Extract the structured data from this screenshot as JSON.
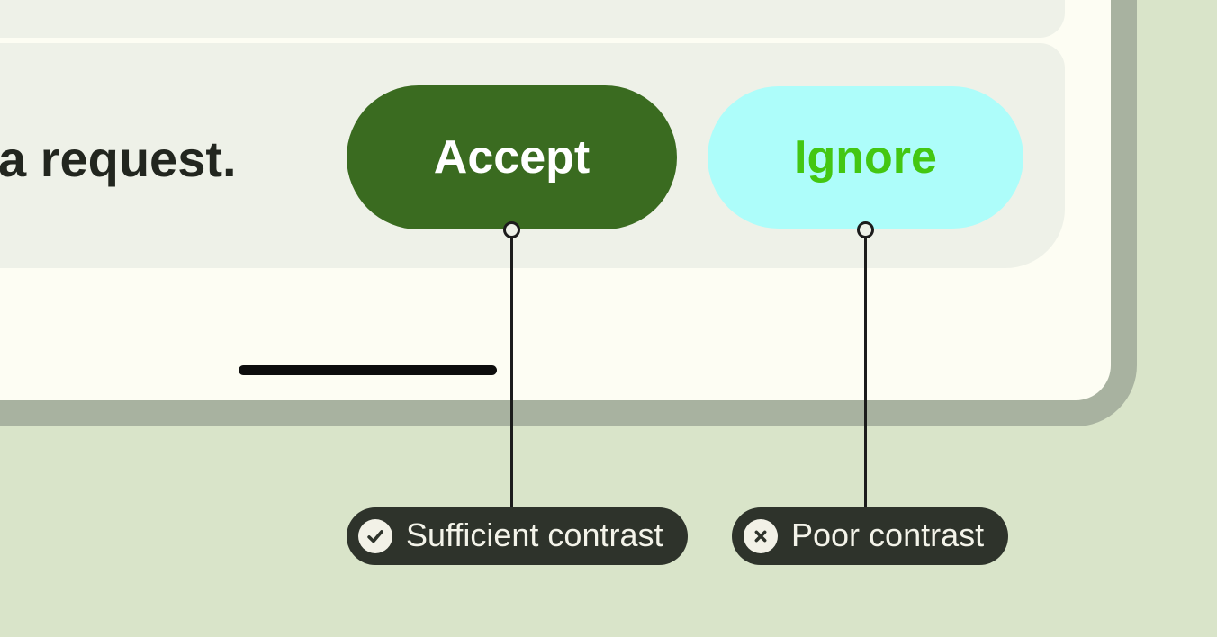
{
  "colors": {
    "page_bg": "#d9e4c9",
    "frame_color": "#a8b2a0",
    "screen_bg": "#fdfdf3",
    "card_bg": "#eef1e8",
    "message_text": "#22261f",
    "accept_bg": "#3a6b20",
    "accept_text": "#ffffff",
    "ignore_bg": "#adfdfa",
    "ignore_text": "#43c712",
    "home_indicator": "#0d0d0d",
    "connector": "#1c1c1c",
    "callout_bg": "#2e332b",
    "callout_text": "#f3f3e9",
    "callout_icon_bg": "#f2f1e7",
    "callout_icon_glyph": "#2e332b"
  },
  "phone": {
    "message_text": "a request.",
    "accept_label": "Accept",
    "ignore_label": "Ignore"
  },
  "annotations": {
    "accept": {
      "icon": "check-circle",
      "label": "Sufficient contrast"
    },
    "ignore": {
      "icon": "x-circle",
      "label": "Poor contrast"
    }
  }
}
